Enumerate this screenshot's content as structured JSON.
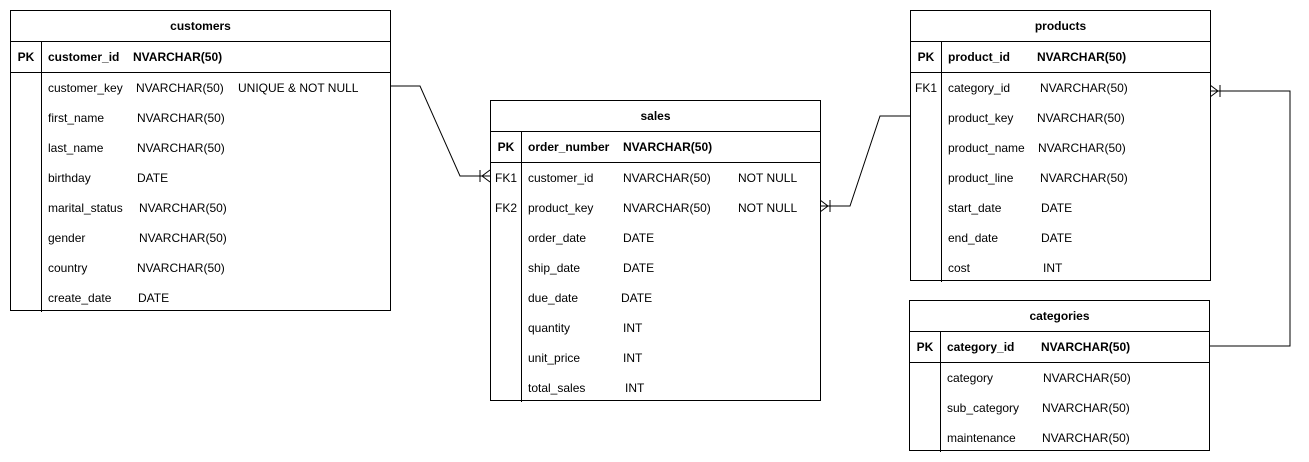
{
  "tables": {
    "customers": {
      "title": "customers",
      "pk": {
        "key": "PK",
        "name": "customer_id",
        "type": "NVARCHAR(50)"
      },
      "rows": [
        {
          "key": "",
          "name": "customer_key",
          "type": "NVARCHAR(50)",
          "extra": "UNIQUE & NOT NULL"
        },
        {
          "key": "",
          "name": "first_name",
          "type": "NVARCHAR(50)",
          "extra": ""
        },
        {
          "key": "",
          "name": "last_name",
          "type": "NVARCHAR(50)",
          "extra": ""
        },
        {
          "key": "",
          "name": "birthday",
          "type": "DATE",
          "extra": ""
        },
        {
          "key": "",
          "name": "marital_status",
          "type": "NVARCHAR(50)",
          "extra": ""
        },
        {
          "key": "",
          "name": "gender",
          "type": "NVARCHAR(50)",
          "extra": ""
        },
        {
          "key": "",
          "name": "country",
          "type": "NVARCHAR(50)",
          "extra": ""
        },
        {
          "key": "",
          "name": "create_date",
          "type": "DATE",
          "extra": ""
        }
      ]
    },
    "sales": {
      "title": "sales",
      "pk": {
        "key": "PK",
        "name": "order_number",
        "type": "NVARCHAR(50)"
      },
      "rows": [
        {
          "key": "FK1",
          "name": "customer_id",
          "type": "NVARCHAR(50)",
          "extra": "NOT NULL"
        },
        {
          "key": "FK2",
          "name": "product_key",
          "type": "NVARCHAR(50)",
          "extra": "NOT NULL"
        },
        {
          "key": "",
          "name": "order_date",
          "type": "DATE",
          "extra": ""
        },
        {
          "key": "",
          "name": "ship_date",
          "type": "DATE",
          "extra": ""
        },
        {
          "key": "",
          "name": "due_date",
          "type": "DATE",
          "extra": ""
        },
        {
          "key": "",
          "name": "quantity",
          "type": "INT",
          "extra": ""
        },
        {
          "key": "",
          "name": "unit_price",
          "type": "INT",
          "extra": ""
        },
        {
          "key": "",
          "name": "total_sales",
          "type": "INT",
          "extra": ""
        }
      ]
    },
    "products": {
      "title": "products",
      "pk": {
        "key": "PK",
        "name": "product_id",
        "type": "NVARCHAR(50)"
      },
      "rows": [
        {
          "key": "FK1",
          "name": "category_id",
          "type": "NVARCHAR(50)",
          "extra": ""
        },
        {
          "key": "",
          "name": "product_key",
          "type": "NVARCHAR(50)",
          "extra": ""
        },
        {
          "key": "",
          "name": "product_name",
          "type": "NVARCHAR(50)",
          "extra": ""
        },
        {
          "key": "",
          "name": "product_line",
          "type": "NVARCHAR(50)",
          "extra": ""
        },
        {
          "key": "",
          "name": "start_date",
          "type": "DATE",
          "extra": ""
        },
        {
          "key": "",
          "name": "end_date",
          "type": "DATE",
          "extra": ""
        },
        {
          "key": "",
          "name": "cost",
          "type": "INT",
          "extra": ""
        }
      ]
    },
    "categories": {
      "title": "categories",
      "pk": {
        "key": "PK",
        "name": "category_id",
        "type": "NVARCHAR(50)"
      },
      "rows": [
        {
          "key": "",
          "name": "category",
          "type": "NVARCHAR(50)",
          "extra": ""
        },
        {
          "key": "",
          "name": "sub_category",
          "type": "NVARCHAR(50)",
          "extra": ""
        },
        {
          "key": "",
          "name": "maintenance",
          "type": "NVARCHAR(50)",
          "extra": ""
        }
      ]
    }
  },
  "relationships": [
    {
      "from": "customers.customer_key",
      "to": "sales.customer_id",
      "cardinality": "one-to-many"
    },
    {
      "from": "products.product_key",
      "to": "sales.product_key",
      "cardinality": "one-to-many"
    },
    {
      "from": "categories.category_id",
      "to": "products.category_id",
      "cardinality": "one-to-many"
    }
  ]
}
